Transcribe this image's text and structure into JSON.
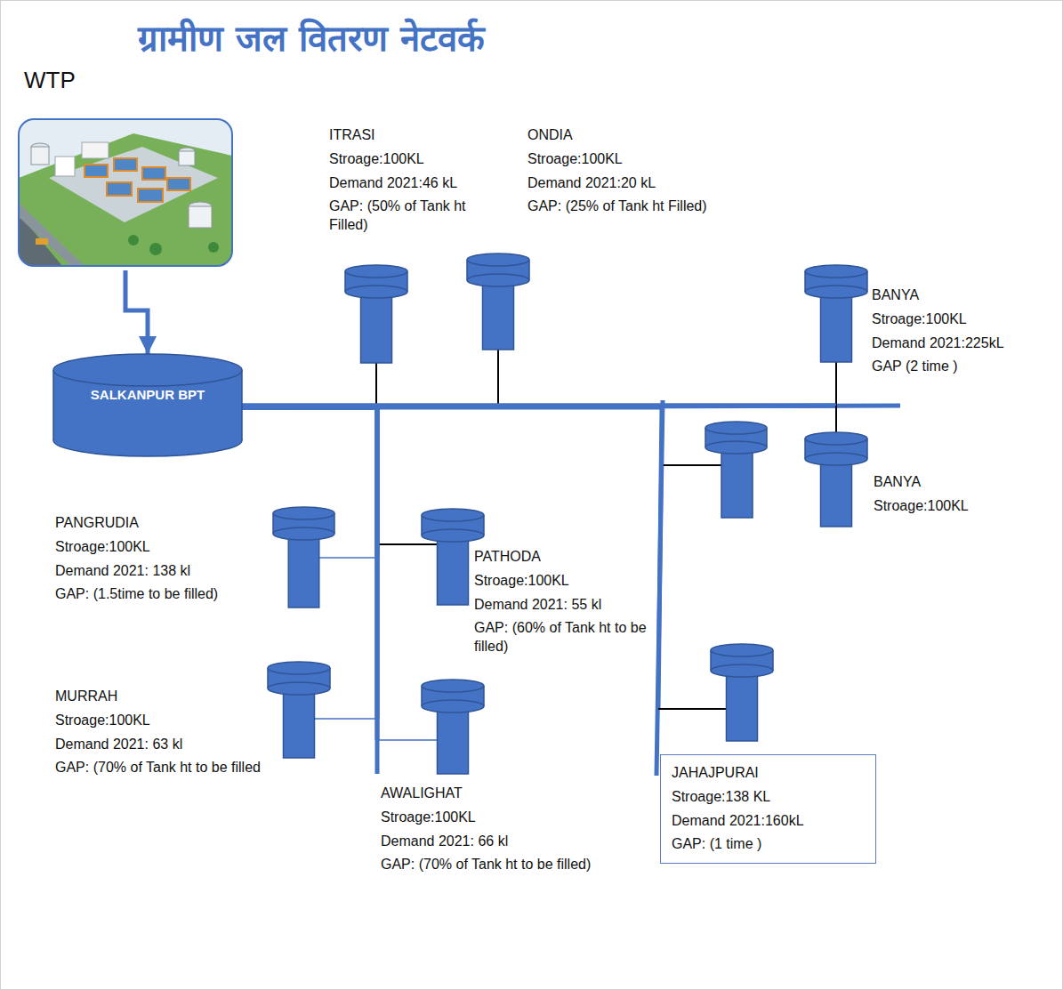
{
  "diagram": {
    "title": "ग्रामीण जल वितरण नेटवर्क",
    "nodes": [
      {
        "text": [
          "WTP"
        ]
      },
      {
        "text": [
          "SALKANPUR BPT"
        ]
      },
      {
        "text": [
          "ITRASI",
          "Stroage:100KL",
          "Demand 2021:46 kL",
          "GAP: (50% of Tank ht Filled)"
        ]
      },
      {
        "text": [
          "ONDIA",
          "Stroage:100KL",
          "Demand 2021:20 kL",
          "GAP: (25% of Tank ht Filled)"
        ]
      },
      {
        "text": [
          "BANYA",
          "Stroage:100KL",
          "Demand 2021:225kL",
          "GAP (2 time )"
        ]
      },
      {
        "text": [
          "BANYA",
          "Stroage:100KL"
        ]
      },
      {
        "text": [
          "PANGRUDIA",
          "Stroage:100KL",
          "Demand 2021: 138 kl",
          "GAP: (1.5time to be filled)"
        ]
      },
      {
        "text": [
          "PATHODA",
          "Stroage:100KL",
          "Demand 2021: 55 kl",
          "GAP: (60% of Tank ht to be filled)"
        ]
      },
      {
        "text": [
          "MURRAH",
          "Stroage:100KL",
          "Demand 2021: 63 kl",
          "GAP: (70% of Tank ht to be filled"
        ]
      },
      {
        "text": [
          "AWALIGHAT",
          "Stroage:100KL",
          "Demand 2021: 66 kl",
          "GAP: (70% of Tank ht to be filled)"
        ]
      },
      {
        "text": [
          "JAHAJPURAI",
          "Stroage:138 KL",
          "Demand 2021:160kL",
          "GAP: (1 time )"
        ]
      }
    ],
    "edges": [
      {
        "from": 0,
        "to": 1,
        "arrow": "to"
      },
      {
        "from": 1,
        "to": 2,
        "arrow": "none"
      },
      {
        "from": 1,
        "to": 3,
        "arrow": "none"
      },
      {
        "from": 1,
        "to": 4,
        "arrow": "none"
      },
      {
        "from": 1,
        "to": 5,
        "arrow": "none"
      },
      {
        "from": 1,
        "to": 6,
        "arrow": "none"
      },
      {
        "from": 1,
        "to": 7,
        "arrow": "none"
      },
      {
        "from": 1,
        "to": 8,
        "arrow": "none"
      },
      {
        "from": 1,
        "to": 9,
        "arrow": "none"
      },
      {
        "from": 1,
        "to": 10,
        "arrow": "none"
      }
    ]
  }
}
